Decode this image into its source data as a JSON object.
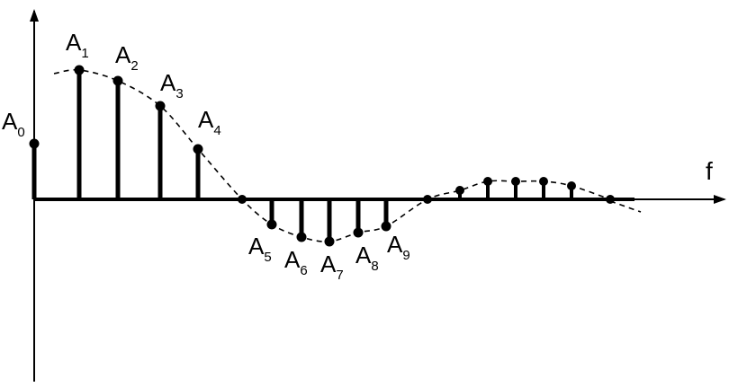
{
  "axis": {
    "x_label": "f"
  },
  "stems": [
    {
      "letter": "A",
      "index": "0",
      "value": 0.62
    },
    {
      "letter": "A",
      "index": "1",
      "value": 1.44
    },
    {
      "letter": "A",
      "index": "2",
      "value": 1.32
    },
    {
      "letter": "A",
      "index": "3",
      "value": 1.04
    },
    {
      "letter": "A",
      "index": "4",
      "value": 0.56
    },
    {
      "letter": "A",
      "index": "5",
      "value": -0.28
    },
    {
      "letter": "A",
      "index": "6",
      "value": -0.42
    },
    {
      "letter": "A",
      "index": "7",
      "value": -0.47
    },
    {
      "letter": "A",
      "index": "8",
      "value": -0.37
    },
    {
      "letter": "A",
      "index": "9",
      "value": -0.3
    }
  ],
  "tail_points": [
    0,
    0.1,
    0.2,
    0.2,
    0.2,
    0.15,
    0
  ]
}
